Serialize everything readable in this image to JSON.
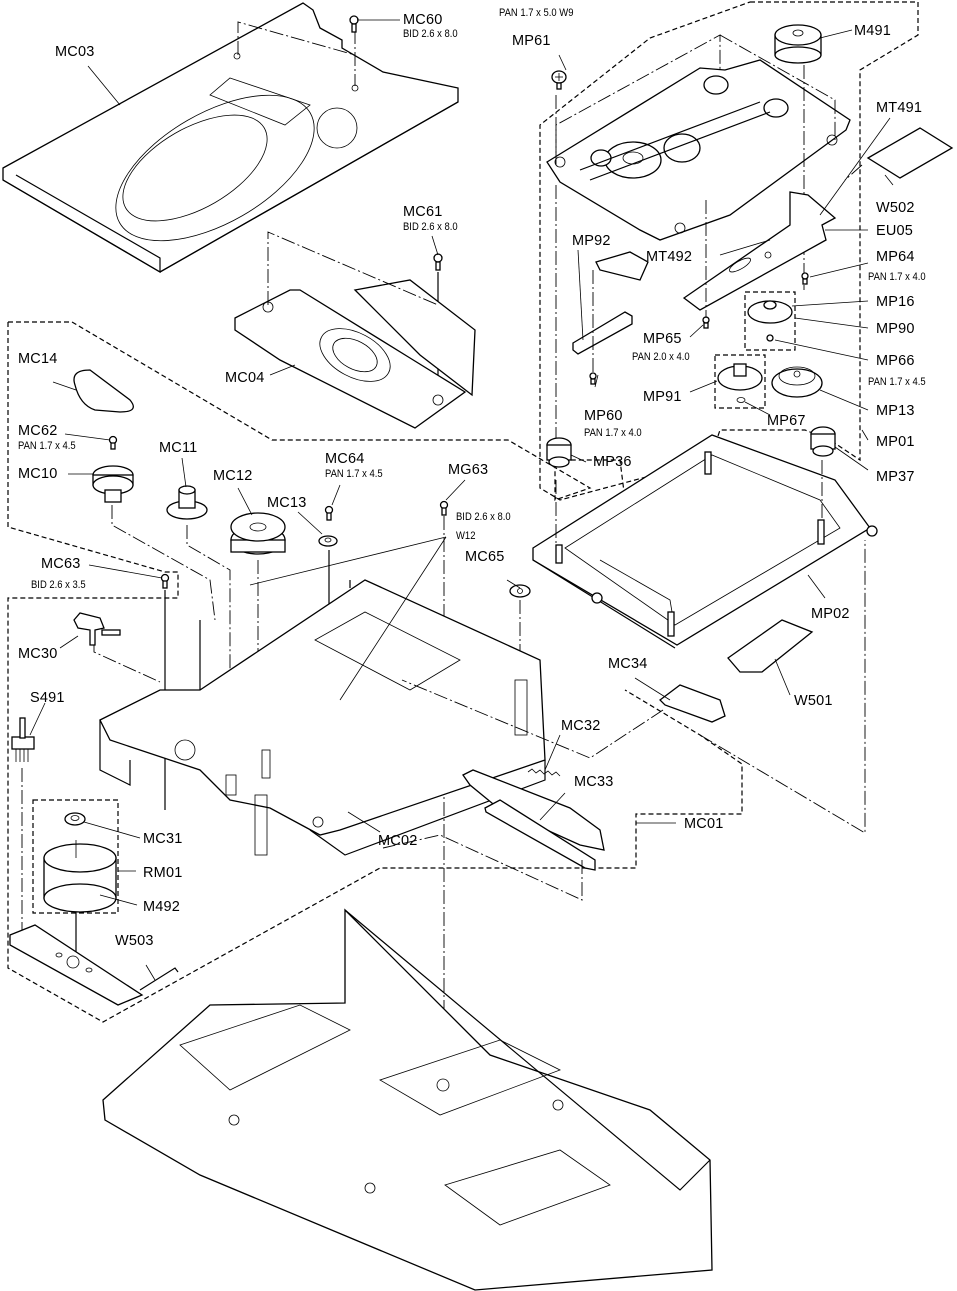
{
  "diagram": {
    "title": "Exploded view — CD tray / mechanism assembly",
    "parts": [
      {
        "id": "MC03",
        "label": "MC03",
        "spec": ""
      },
      {
        "id": "MC60",
        "label": "MC60",
        "spec": "BID 2.6 x 8.0"
      },
      {
        "id": "MC61",
        "label": "MC61",
        "spec": "BID 2.6 x 8.0"
      },
      {
        "id": "MC04",
        "label": "MC04",
        "spec": ""
      },
      {
        "id": "MC14",
        "label": "MC14",
        "spec": ""
      },
      {
        "id": "MC62",
        "label": "MC62",
        "spec": "PAN 1.7 x 4.5"
      },
      {
        "id": "MC10",
        "label": "MC10",
        "spec": ""
      },
      {
        "id": "MC11",
        "label": "MC11",
        "spec": ""
      },
      {
        "id": "MC12",
        "label": "MC12",
        "spec": ""
      },
      {
        "id": "MC13",
        "label": "MC13",
        "spec": ""
      },
      {
        "id": "MC64",
        "label": "MC64",
        "spec": "PAN 1.7 x 4.5"
      },
      {
        "id": "MG63",
        "label": "MG63",
        "spec": "BID 2.6 x 8.0"
      },
      {
        "id": "MG63_W",
        "label": "",
        "spec": "W12"
      },
      {
        "id": "MC65",
        "label": "MC65",
        "spec": ""
      },
      {
        "id": "MC63",
        "label": "MC63",
        "spec": "BID 2.6 x 3.5"
      },
      {
        "id": "MC30",
        "label": "MC30",
        "spec": ""
      },
      {
        "id": "S491",
        "label": "S491",
        "spec": ""
      },
      {
        "id": "MC31",
        "label": "MC31",
        "spec": ""
      },
      {
        "id": "RM01",
        "label": "RM01",
        "spec": ""
      },
      {
        "id": "M492",
        "label": "M492",
        "spec": ""
      },
      {
        "id": "W503",
        "label": "W503",
        "spec": ""
      },
      {
        "id": "MC02",
        "label": "MC02",
        "spec": ""
      },
      {
        "id": "MC32",
        "label": "MC32",
        "spec": ""
      },
      {
        "id": "MC33",
        "label": "MC33",
        "spec": ""
      },
      {
        "id": "MC34",
        "label": "MC34",
        "spec": ""
      },
      {
        "id": "MC01",
        "label": "MC01",
        "spec": ""
      },
      {
        "id": "W501",
        "label": "W501",
        "spec": ""
      },
      {
        "id": "MP02",
        "label": "MP02",
        "spec": ""
      },
      {
        "id": "MP61",
        "label": "MP61",
        "spec": "PAN 1.7 x 5.0 W9"
      },
      {
        "id": "M491",
        "label": "M491",
        "spec": ""
      },
      {
        "id": "MT491",
        "label": "MT491",
        "spec": ""
      },
      {
        "id": "W502",
        "label": "W502",
        "spec": ""
      },
      {
        "id": "EU05",
        "label": "EU05",
        "spec": ""
      },
      {
        "id": "MT492",
        "label": "MT492",
        "spec": ""
      },
      {
        "id": "MP92",
        "label": "MP92",
        "spec": ""
      },
      {
        "id": "MP64",
        "label": "MP64",
        "spec": "PAN 1.7 x 4.0"
      },
      {
        "id": "MP16",
        "label": "MP16",
        "spec": ""
      },
      {
        "id": "MP90",
        "label": "MP90",
        "spec": ""
      },
      {
        "id": "MP65",
        "label": "MP65",
        "spec": "PAN 2.0 x 4.0"
      },
      {
        "id": "MP66",
        "label": "MP66",
        "spec": "PAN 1.7 x 4.5"
      },
      {
        "id": "MP91",
        "label": "MP91",
        "spec": ""
      },
      {
        "id": "MP13",
        "label": "MP13",
        "spec": ""
      },
      {
        "id": "MP60",
        "label": "MP60",
        "spec": "PAN 1.7 x 4.0"
      },
      {
        "id": "MP67",
        "label": "MP67",
        "spec": ""
      },
      {
        "id": "MP01",
        "label": "MP01",
        "spec": ""
      },
      {
        "id": "MP36",
        "label": "MP36",
        "spec": ""
      },
      {
        "id": "MP37",
        "label": "MP37",
        "spec": ""
      }
    ]
  }
}
